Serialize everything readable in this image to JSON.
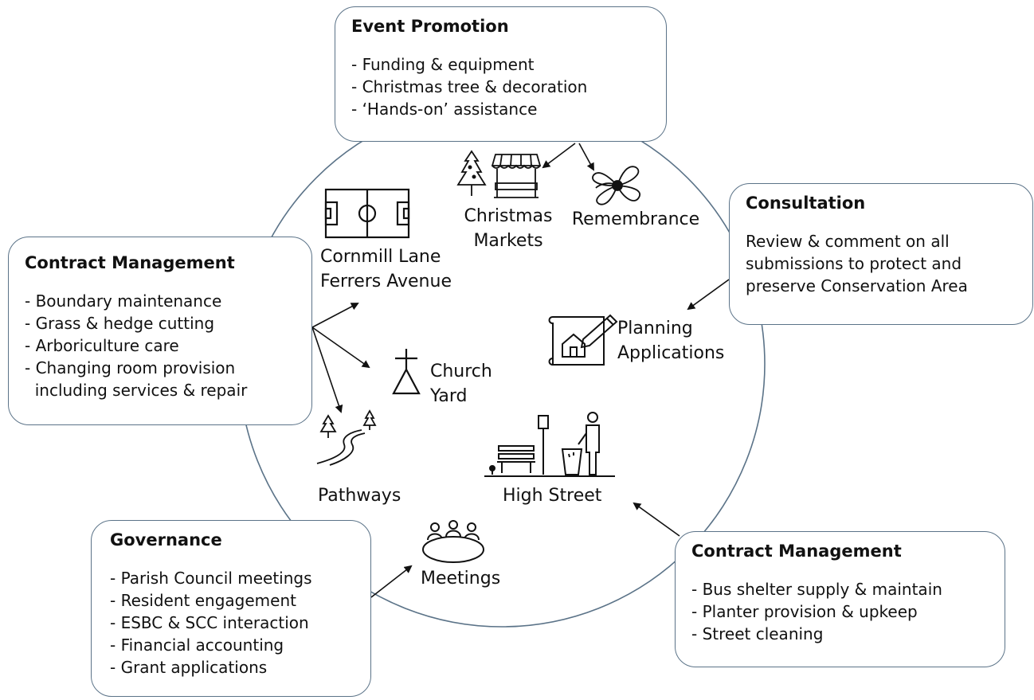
{
  "boxes": {
    "event_promotion": {
      "title": "Event Promotion",
      "items": [
        "- Funding & equipment",
        "- Christmas tree & decoration",
        "- ‘Hands-on’ assistance"
      ]
    },
    "consultation": {
      "title": "Consultation",
      "lines": [
        "Review & comment on all",
        "submissions to protect and",
        "preserve Conservation Area"
      ]
    },
    "contract_left": {
      "title": "Contract Management",
      "items": [
        "- Boundary maintenance",
        "- Grass & hedge cutting",
        "- Arboriculture care",
        "- Changing room provision",
        "  including services & repair"
      ]
    },
    "governance": {
      "title": "Governance",
      "items": [
        "- Parish Council meetings",
        "- Resident engagement",
        "- ESBC & SCC interaction",
        "- Financial accounting",
        "- Grant applications"
      ]
    },
    "contract_right": {
      "title": "Contract Management",
      "items": [
        "- Bus shelter supply & maintain",
        "- Planter provision & upkeep",
        "- Street cleaning"
      ]
    }
  },
  "labels": {
    "christmas_markets": "Christmas\nMarkets",
    "remembrance": "Remembrance",
    "sports_fields": "Cornmill Lane\nFerrers Avenue",
    "planning": "Planning\nApplications",
    "church_yard": "Church\nYard",
    "pathways": "Pathways",
    "high_street": "High Street",
    "meetings": "Meetings"
  },
  "icons": {
    "christmas_markets": "christmas-tree-and-market-stall-icon",
    "remembrance": "poppy-icon",
    "sports_fields": "football-pitch-icon",
    "planning": "blueprint-house-icon",
    "church_yard": "church-cross-icon",
    "pathways": "pathway-trees-icon",
    "high_street": "bench-lamp-bin-icon",
    "meetings": "meeting-table-icon"
  },
  "colors": {
    "outline": "#5b7388",
    "ink": "#111111"
  }
}
